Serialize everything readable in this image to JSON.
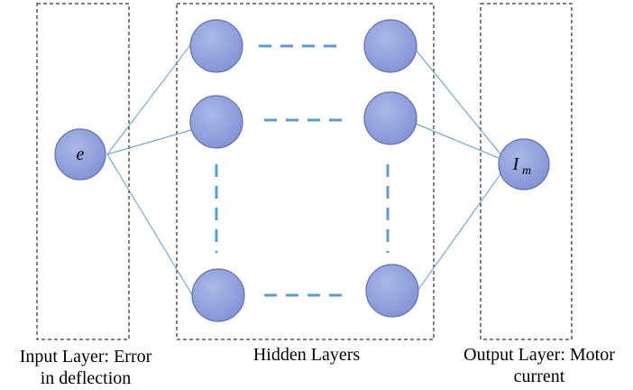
{
  "labels": {
    "input_line1": "Input Layer: Error",
    "input_line2": "in deflection",
    "hidden": "Hidden Layers",
    "output_line1": "Output Layer: Motor",
    "output_line2": "current"
  },
  "nodes": {
    "input_symbol": "e",
    "output_symbol": "I",
    "output_subscript": "m"
  },
  "colors": {
    "node_fill": "#8e9fd8",
    "node_stroke": "#6070b0",
    "edge": "#5b9bd5",
    "dash": "#5b9bd5",
    "box_border": "#000000"
  }
}
